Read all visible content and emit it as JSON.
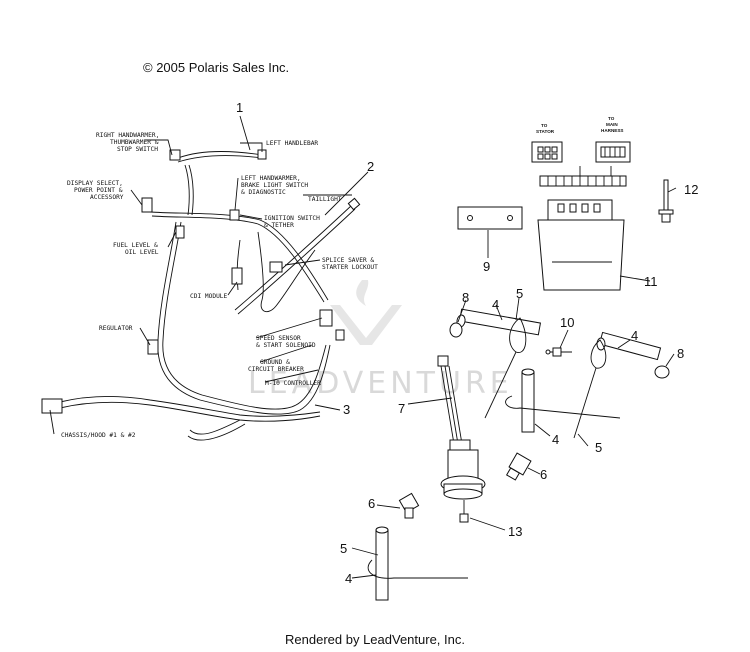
{
  "header": {
    "copyright": "© 2005 Polaris Sales Inc."
  },
  "footer": {
    "rendered_by": "Rendered by LeadVenture, Inc."
  },
  "watermark": {
    "text": "LEADVENTURE"
  },
  "harness_labels": {
    "right_handwarmer_1": "RIGHT HANDWARMER,",
    "right_handwarmer_2": "THUMBWARMER &",
    "right_handwarmer_3": "STOP SWITCH",
    "left_handlebar": "LEFT HANDLEBAR",
    "display_select_1": "DISPLAY SELECT,",
    "display_select_2": "POWER POINT &",
    "display_select_3": "ACCESSORY",
    "left_handwarmer_1": "LEFT HANDWARMER,",
    "left_handwarmer_2": "BRAKE LIGHT SWITCH",
    "left_handwarmer_3": "& DIAGNOSTIC",
    "taillight": "TAILLIGHT",
    "ignition_1": "IGNITION SWITCH",
    "ignition_2": "& TETHER",
    "fuel_level_1": "FUEL LEVEL &",
    "fuel_level_2": "OIL LEVEL",
    "splice_saver_1": "SPLICE SAVER &",
    "splice_saver_2": "STARTER LOCKOUT",
    "cdi_module": "CDI MODULE",
    "regulator": "REGULATOR",
    "speed_sensor_1": "SPEED SENSOR",
    "speed_sensor_2": "& START SOLENOID",
    "ground_1": "GROUND &",
    "ground_2": "CIRCUIT BREAKER",
    "m10_controller": "M-10 CONTROLLER",
    "chassis_hood": "CHASSIS/HOOD #1 & #2"
  },
  "connector_labels": {
    "to_stator_1": "TO",
    "to_stator_2": "STATOR",
    "to_main_1": "TO",
    "to_main_2": "MAIN",
    "to_main_3": "HARNESS"
  },
  "callouts": {
    "c1": "1",
    "c2": "2",
    "c3": "3",
    "c4a": "4",
    "c4b": "4",
    "c4c": "4",
    "c4d": "4",
    "c5a": "5",
    "c5b": "5",
    "c5c": "5",
    "c6a": "6",
    "c6b": "6",
    "c7": "7",
    "c8a": "8",
    "c8b": "8",
    "c9": "9",
    "c10": "10",
    "c11": "11",
    "c12": "12",
    "c13": "13"
  }
}
